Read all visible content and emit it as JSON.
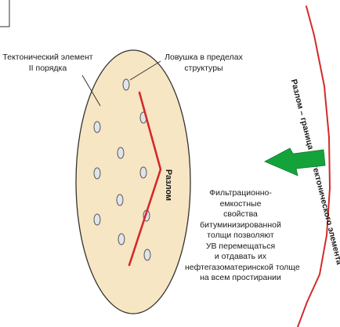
{
  "labels": {
    "tectonic_element": [
      "Тектонический элемент",
      "II порядка"
    ],
    "trap": [
      "Ловушка в пределах",
      "структуры"
    ],
    "fault_inner": "Разлом",
    "fault_boundary": "Разлом – граница геотектонического элемента",
    "filtration": [
      "Фильтрационно-",
      "емкостные",
      "свойства",
      "битуминизированной",
      "толщи позволяют",
      "УВ перемещаться",
      "и отдавать их",
      "нефтегазоматеринской толще",
      "на всем простирании"
    ]
  },
  "colors": {
    "ellipse_fill": "#f7e6c3",
    "outline": "#333333",
    "fault": "#d42a2a",
    "trap_fill": "#e1e4ec",
    "arrow": "#14a33a"
  }
}
